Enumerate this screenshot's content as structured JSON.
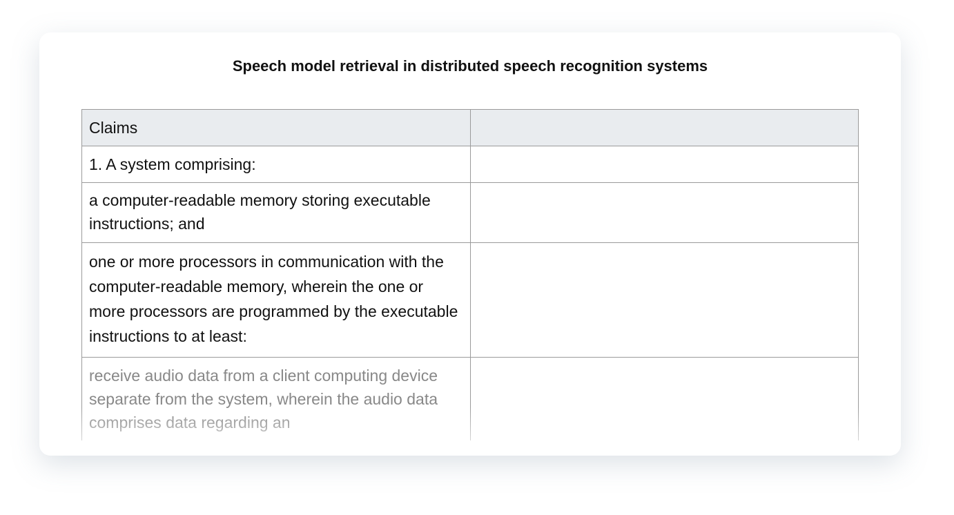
{
  "title": "Speech model retrieval in distributed speech recognition systems",
  "table": {
    "headers": [
      "Claims",
      ""
    ],
    "rows": [
      "1. A system comprising:",
      "a computer-readable memory storing executable instructions; and",
      "one or more processors in communication with the computer-readable memory, wherein the one or more processors are programmed by the executable instructions to at least:",
      "receive audio data from a client computing device separate from the system, wherein the audio data comprises data regarding an"
    ]
  }
}
